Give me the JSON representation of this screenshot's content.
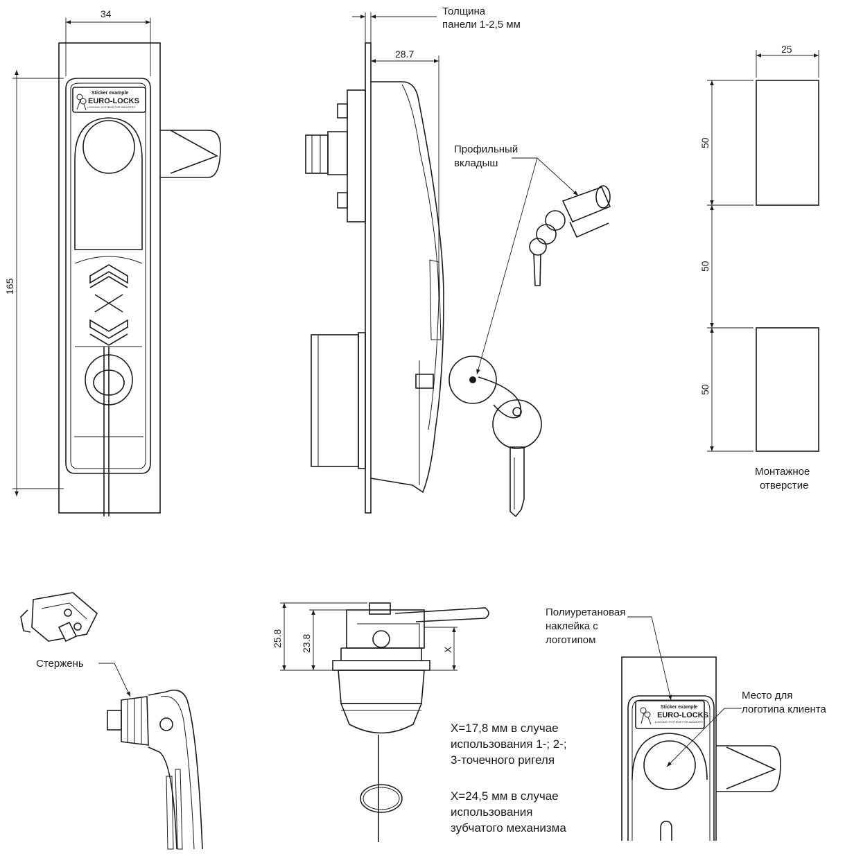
{
  "dimensions": {
    "handle_width": "34",
    "handle_height": "165",
    "panel_offset": "28.7",
    "hole_width": "25",
    "hole_seg_1": "50",
    "hole_seg_2": "50",
    "hole_seg_3": "50",
    "rod_height_1": "25.8",
    "rod_height_2": "23.8",
    "x_label": "X"
  },
  "labels": {
    "panel_thickness_line1": "Толщина",
    "panel_thickness_line2": "панели 1-2,5 мм",
    "profile_insert_line1": "Профильный",
    "profile_insert_line2": "вкладыш",
    "mounting_hole_line1": "Монтажное",
    "mounting_hole_line2": "отверстие",
    "rod": "Стержень",
    "sticker_line1": "Полиуретановая",
    "sticker_line2": "наклейка с",
    "sticker_line3": "логотипом",
    "client_logo_line1": "Место для",
    "client_logo_line2": "логотипа клиента"
  },
  "notes": {
    "x1_line1": "X=17,8 мм в случае",
    "x1_line2": "использования 1-; 2-;",
    "x1_line3": "3-точечного ригеля",
    "x2_line1": "X=24,5 мм в случае",
    "x2_line2": "использования",
    "x2_line3": "зубчатого механизма"
  },
  "sticker": {
    "top": "Sticker   example",
    "brand": "EURO-LOCKS",
    "tagline": "LOCKING SYSTEMS FOR INDUSTRY"
  }
}
